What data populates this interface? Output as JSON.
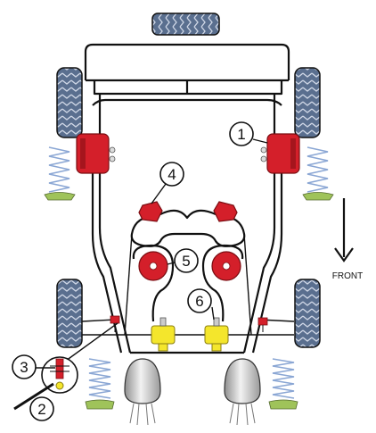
{
  "direction": {
    "label": "FRONT"
  },
  "callouts": [
    {
      "number": "1"
    },
    {
      "number": "2"
    },
    {
      "number": "3"
    },
    {
      "number": "4"
    },
    {
      "number": "5"
    },
    {
      "number": "6"
    }
  ],
  "colors": {
    "bushing_red": "#d41f2a",
    "bushing_yellow": "#f4e62c",
    "tyre_blue": "#5a6f8f",
    "spring_blue": "#8aa6d4",
    "spring_mount_green": "#9fc35a",
    "outline": "#111111"
  }
}
